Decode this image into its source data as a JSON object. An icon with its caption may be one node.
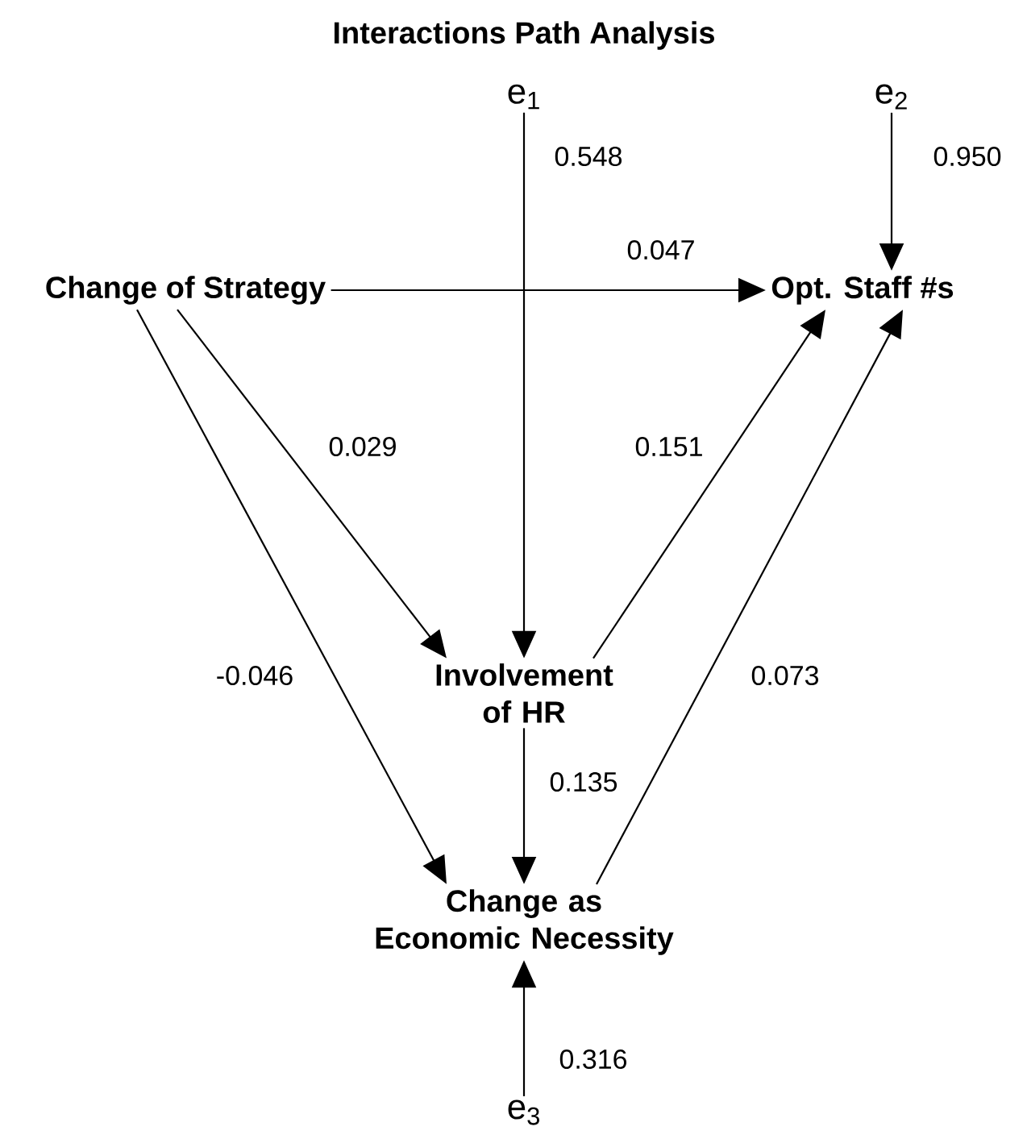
{
  "diagram": {
    "title": "Interactions Path Analysis",
    "nodes": [
      {
        "text": [
          "e$_{1}$"
        ]
      },
      {
        "text": [
          "e$_{2}$"
        ]
      },
      {
        "text": [
          "Change of Strategy"
        ]
      },
      {
        "text": [
          "Opt. Staff #s"
        ]
      },
      {
        "text": [
          "Involvement of HR"
        ]
      },
      {
        "text": [
          "Change as Economic Necessity"
        ]
      },
      {
        "text": [
          "e$_{3}$"
        ]
      }
    ],
    "edges": [
      {
        "from": 0,
        "to": 4,
        "arrow": "to",
        "label": "0.548"
      },
      {
        "from": 1,
        "to": 3,
        "arrow": "to",
        "label": "0.950"
      },
      {
        "from": 2,
        "to": 3,
        "arrow": "to",
        "label": "0.047"
      },
      {
        "from": 2,
        "to": 4,
        "arrow": "to",
        "label": "0.029"
      },
      {
        "from": 2,
        "to": 5,
        "arrow": "to",
        "label": "-0.046"
      },
      {
        "from": 4,
        "to": 3,
        "arrow": "to",
        "label": "0.151"
      },
      {
        "from": 5,
        "to": 3,
        "arrow": "to",
        "label": "0.073"
      },
      {
        "from": 4,
        "to": 5,
        "arrow": "to",
        "label": "0.135"
      },
      {
        "from": 6,
        "to": 5,
        "arrow": "to",
        "label": "0.316"
      }
    ]
  }
}
